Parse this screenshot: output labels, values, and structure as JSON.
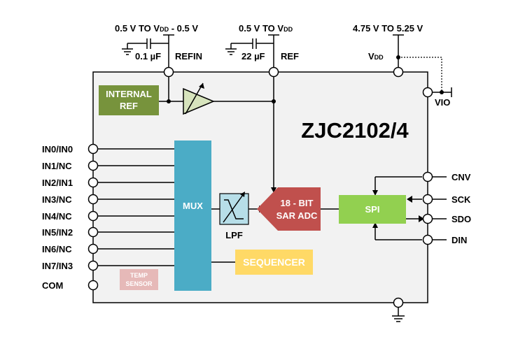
{
  "chip": {
    "part_number": "ZJC2102/4"
  },
  "supplies": {
    "refin_range": {
      "main": "0.5 V TO V",
      "sub1": "DD",
      "mid": " - 0.5 V"
    },
    "ref_range": {
      "main": "0.5 V TO V",
      "sub": "DD"
    },
    "vdd_range": "4.75 V TO 5.25  V",
    "refin_cap": "0.1 µF",
    "ref_cap": "22 µF",
    "refin_pin": "REFIN",
    "ref_pin": "REF",
    "vdd_pin": {
      "main": "V",
      "sub": "DD"
    },
    "vio_pin": "VIO"
  },
  "analog_inputs": [
    "IN0/IN0",
    "IN1/NC",
    "IN2/IN1",
    "IN3/NC",
    "IN4/NC",
    "IN5/IN2",
    "IN6/NC",
    "IN7/IN3",
    "COM"
  ],
  "digital_pins": [
    "CNV",
    "SCK",
    "SDO",
    "DIN"
  ],
  "blocks": {
    "internal_ref": [
      "INTERNAL",
      "REF"
    ],
    "mux": "MUX",
    "lpf": "LPF",
    "adc": [
      "18 - BIT",
      "SAR ADC"
    ],
    "spi": "SPI",
    "sequencer": "SEQUENCER",
    "temp_sensor": [
      "TEMP",
      "SENSOR"
    ]
  },
  "colors": {
    "internal_ref": "#77933c",
    "buffer_amp": "#d7e4bd",
    "mux": "#4bacc6",
    "lpf": "#b7dee8",
    "adc": "#c0504d",
    "spi": "#92d050",
    "sequencer": "#ffd966",
    "temp_sensor": "#e6b9b8"
  }
}
